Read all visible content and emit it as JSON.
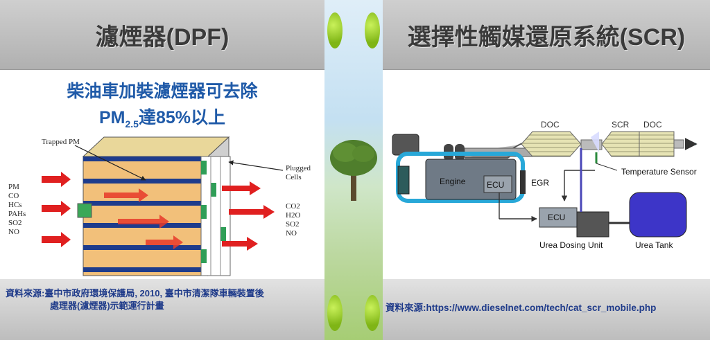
{
  "left": {
    "title": "濾煙器(DPF)",
    "subtitle_line1": "柴油車加裝濾煙器可去除",
    "subtitle_pm": "PM",
    "subtitle_pm_sub": "2.5",
    "subtitle_rest": "達85%以上",
    "diagram": {
      "trapped_label": "Trapped PM",
      "plugged_label_1": "Plugged",
      "plugged_label_2": "Cells",
      "inputs": [
        "PM",
        "CO",
        "HCs",
        "PAHs",
        "SO2",
        "NO"
      ],
      "outputs": [
        "CO2",
        "H2O",
        "SO2",
        "NO"
      ]
    },
    "source_line1": "資料來源:臺中市政府環境保護局, 2010, 臺中市清潔隊車輛裝置後",
    "source_line2": "處理器(濾煙器)示範運行計畫"
  },
  "right": {
    "title": "選擇性觸媒還原系統(SCR)",
    "diagram": {
      "doc_label_1": "DOC",
      "scr_label": "SCR",
      "doc_label_2": "DOC",
      "engine_label": "Engine",
      "ecu_label_1": "ECU",
      "egr_label": "EGR",
      "temp_sensor_label": "Temperature Sensor",
      "ecu_label_2": "ECU",
      "dosing_label": "Urea Dosing Unit",
      "tank_label": "Urea Tank"
    },
    "source": "資料來源:https://www.dieselnet.com/tech/cat_scr_mobile.php"
  },
  "colors": {
    "accent_blue": "#1f5aa8",
    "source_blue": "#1f3b8a",
    "green_blob": "#8bc11c"
  }
}
